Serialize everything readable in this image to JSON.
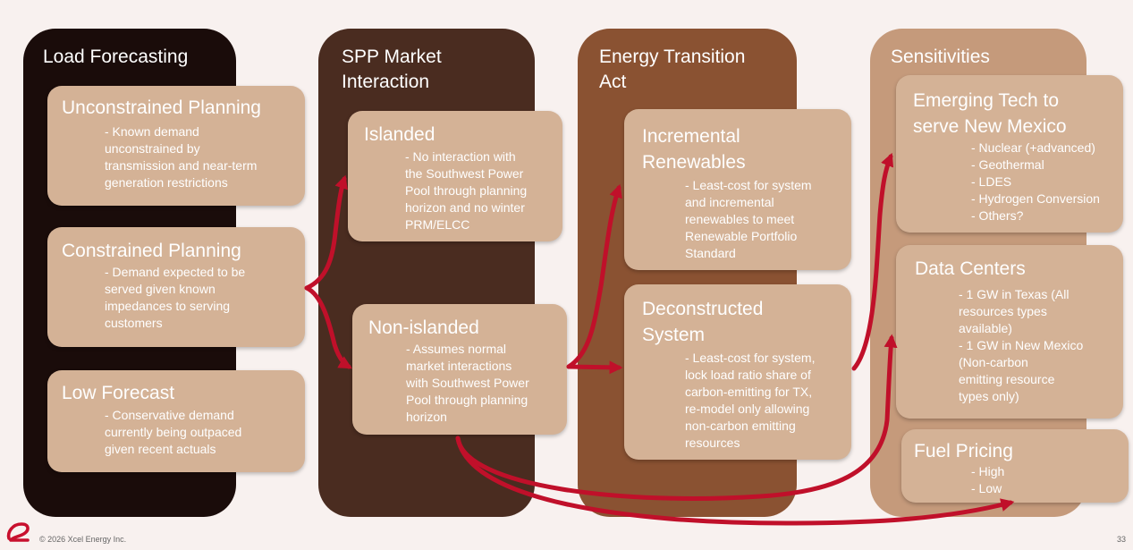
{
  "colors": {
    "col1": "#1a0c0a",
    "col2": "#4a2c20",
    "col3": "#8a5232",
    "col4": "#c59a7b",
    "box": "#d4b296",
    "arrow": "#c0102a",
    "logo": "#c8102e"
  },
  "columns": [
    {
      "title": "Load Forecasting"
    },
    {
      "title": "SPP Market\nInteraction"
    },
    {
      "title": "Energy Transition\nAct"
    },
    {
      "title": "Sensitivities"
    }
  ],
  "boxes": {
    "unconstrained": {
      "title": "Unconstrained Planning",
      "body": "- Known demand\nunconstrained by\ntransmission and near-term\ngeneration restrictions"
    },
    "constrained": {
      "title": "Constrained Planning",
      "body": "- Demand expected to be\nserved given known\nimpedances to serving\ncustomers"
    },
    "low_forecast": {
      "title": "Low Forecast",
      "body": "- Conservative demand\ncurrently being outpaced\ngiven recent actuals"
    },
    "islanded": {
      "title": "Islanded",
      "body": "- No interaction with\nthe Southwest Power\nPool through planning\nhorizon and no winter\nPRM/ELCC"
    },
    "non_islanded": {
      "title": "Non-islanded",
      "body": "- Assumes normal\nmarket interactions\nwith Southwest Power\nPool through planning\nhorizon"
    },
    "incremental": {
      "title": "Incremental\nRenewables",
      "body": "- Least-cost for system\nand incremental\nrenewables to meet\nRenewable Portfolio\nStandard"
    },
    "deconstructed": {
      "title": "Deconstructed\nSystem",
      "body": "- Least-cost for system,\nlock load ratio share of\ncarbon-emitting for TX,\nre-model only allowing\nnon-carbon emitting\nresources"
    },
    "emerging": {
      "title": "Emerging Tech to\nserve New Mexico",
      "items": [
        "- Nuclear (+advanced)",
        "- Geothermal",
        "- LDES",
        "- Hydrogen Conversion",
        "- Others?"
      ]
    },
    "data_centers": {
      "title": "Data Centers",
      "items": [
        "- 1 GW in Texas (All\n  resources types\n  available)",
        "- 1 GW in New Mexico\n  (Non-carbon\n  emitting resource\n  types only)"
      ]
    },
    "fuel_pricing": {
      "title": "Fuel Pricing",
      "items": [
        "- High",
        "- Low"
      ]
    }
  },
  "footer": {
    "logo_icon": "xcel-logo-icon",
    "copyright": "© 2026 Xcel Energy Inc.",
    "page_number": "33"
  }
}
